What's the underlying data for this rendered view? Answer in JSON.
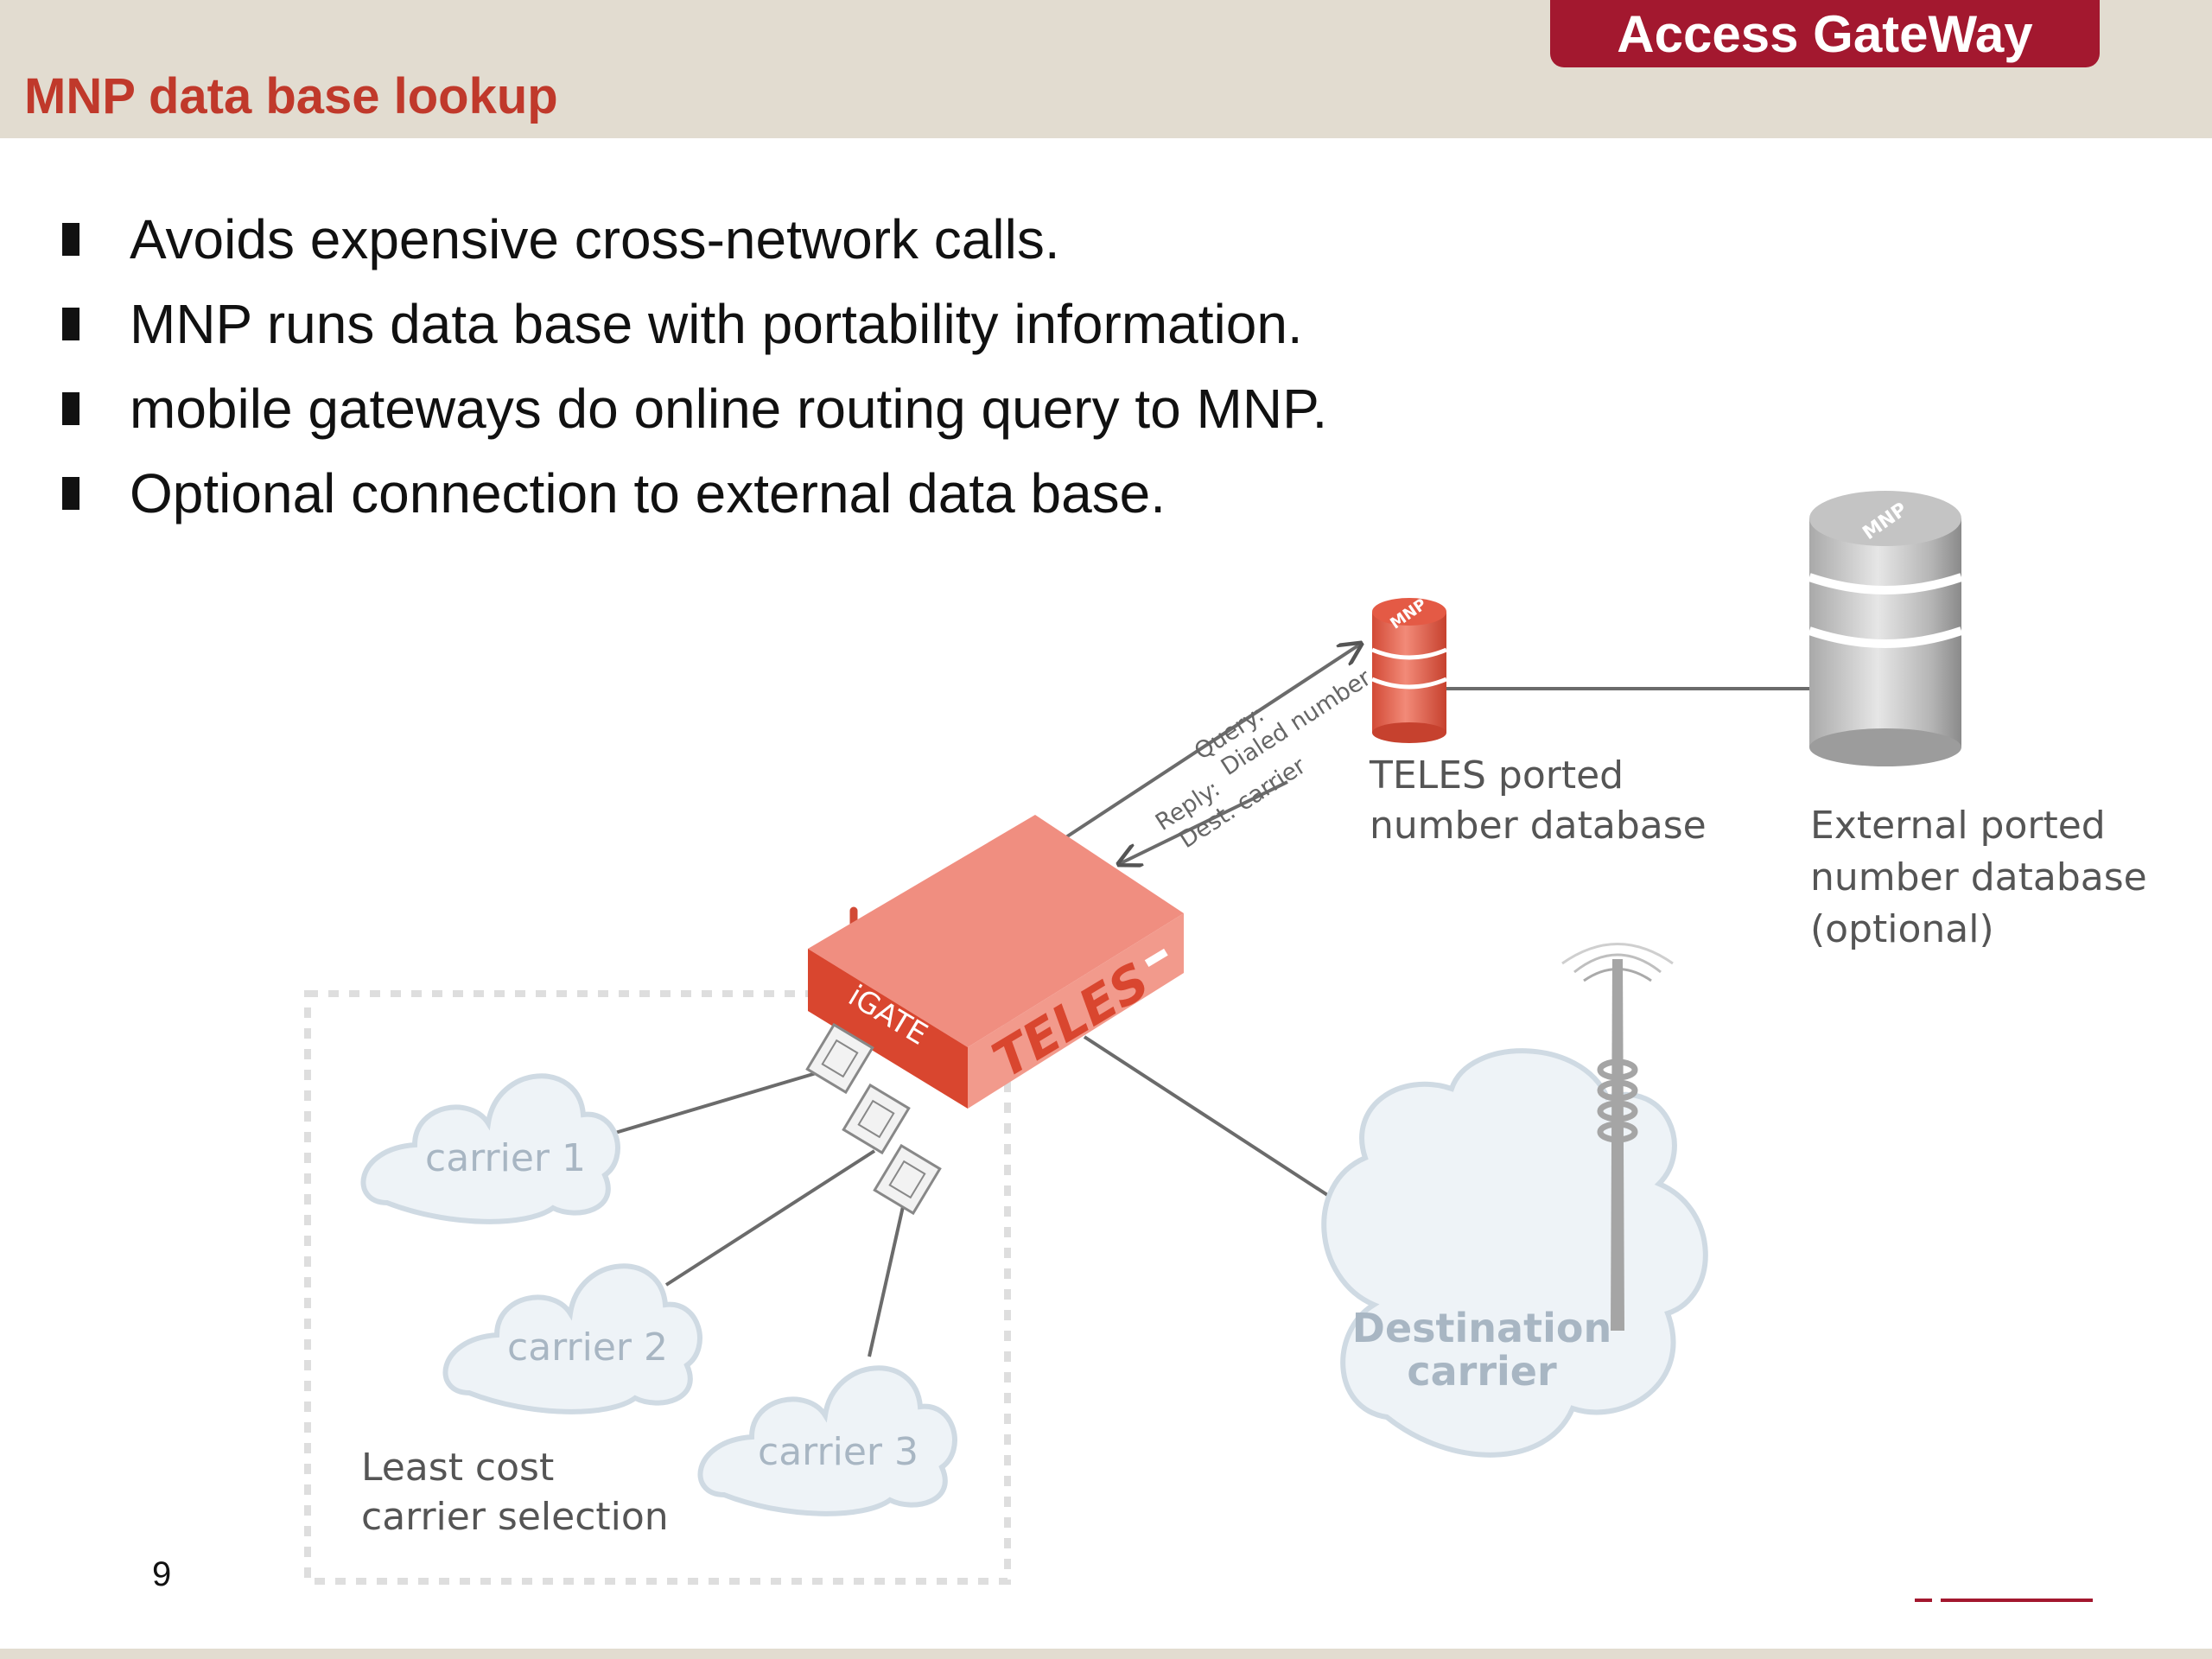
{
  "header": {
    "brand": "Access GateWay",
    "title": "MNP data base lookup"
  },
  "bullets": [
    "Avoids expensive cross-network calls.",
    "MNP runs data base with portability information.",
    "mobile gateways do online routing query to MNP.",
    "Optional connection to external data base."
  ],
  "diagram": {
    "teles_db": {
      "line1": "TELES ported",
      "line2": "number database",
      "badge": "MNP"
    },
    "external_db": {
      "line1": "External ported",
      "line2": "number database",
      "line3": "(optional)",
      "badge": "MNP"
    },
    "query": {
      "line1": "Query:",
      "line2": "Dialed number"
    },
    "reply": {
      "line1": "Reply:",
      "line2": "Dest. carrier"
    },
    "gateway": {
      "model": "iGATE",
      "brand": "TELES"
    },
    "carriers": [
      "carrier 1",
      "carrier 2",
      "carrier 3"
    ],
    "lcr": {
      "line1": "Least cost",
      "line2": "carrier selection"
    },
    "destination": {
      "line1": "Destination",
      "line2": "carrier"
    }
  },
  "footer": {
    "page_number": "9"
  },
  "colors": {
    "brand": "#a3182f",
    "title": "#c0392b",
    "header_bg": "#e2dcd0",
    "device": "#e8604c",
    "cloud": "#eef3f7"
  }
}
